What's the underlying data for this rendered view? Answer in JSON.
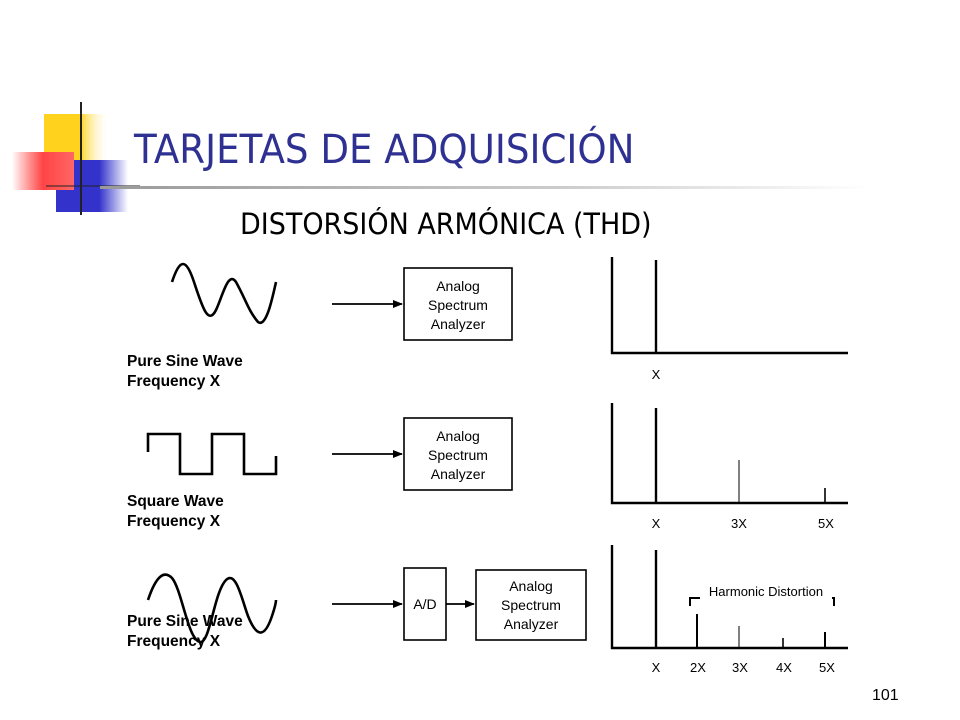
{
  "slide": {
    "title": "TARJETAS DE ADQUISICIÓN",
    "subtitle": "DISTORSIÓN ARMÓNICA (THD)",
    "page_number": "101"
  },
  "rows": [
    {
      "wave_label_1": "Pure Sine Wave",
      "wave_label_2": "Frequency X",
      "box_lines": [
        "Analog",
        "Spectrum",
        "Analyzer"
      ],
      "ticks": [
        "X"
      ]
    },
    {
      "wave_label_1": "Square Wave",
      "wave_label_2": "Frequency X",
      "box_lines": [
        "Analog",
        "Spectrum",
        "Analyzer"
      ],
      "ticks": [
        "X",
        "3X",
        "5X"
      ]
    },
    {
      "wave_label_1": "Pure Sine Wave",
      "wave_label_2": "Frequency X",
      "ad_label": "A/D",
      "box_lines": [
        "Analog",
        "Spectrum",
        "Analyzer"
      ],
      "ticks": [
        "X",
        "2X",
        "3X",
        "4X",
        "5X"
      ],
      "bracket_label": "Harmonic Distortion"
    }
  ],
  "colors": {
    "title": "#2e3192",
    "deco_yellow": "#ffd21e",
    "deco_blue": "#3333cc",
    "deco_red": "#ff3333"
  }
}
